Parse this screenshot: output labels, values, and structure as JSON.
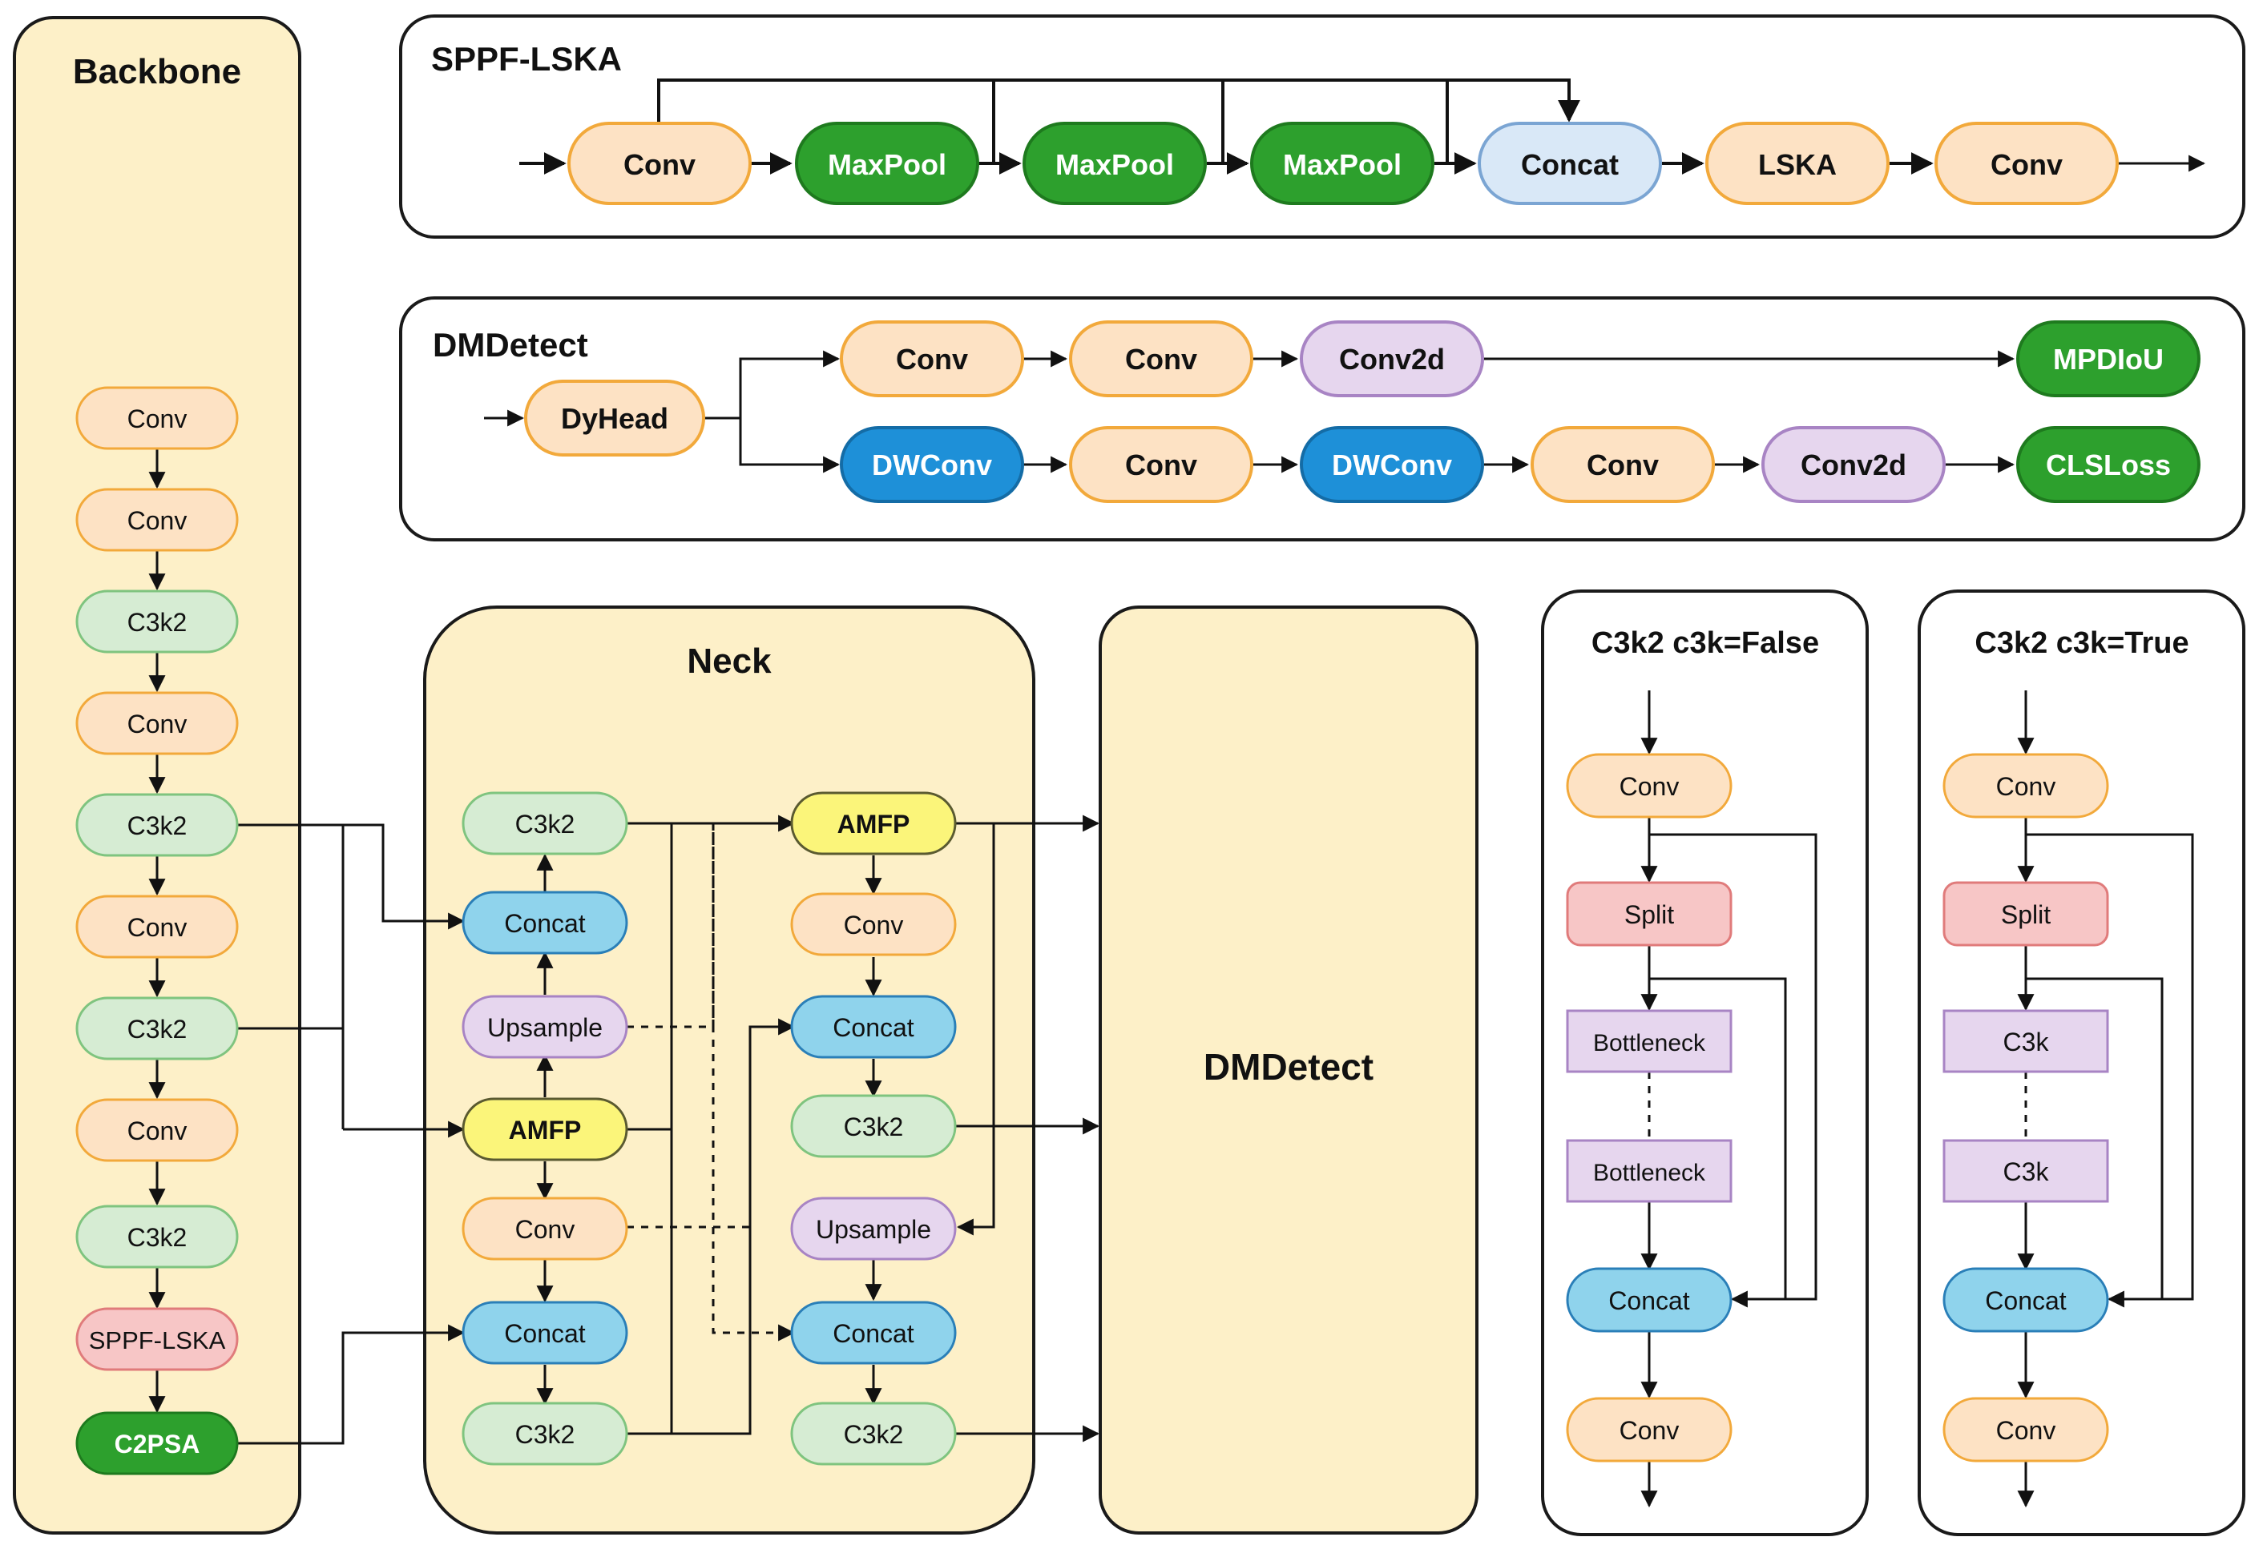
{
  "colors": {
    "conv_fill": "#fde2c4",
    "conv_stroke": "#f2a93b",
    "green_fill": "#2da02d",
    "green_stroke": "#1e7a1e",
    "light_green_fill": "#d6ecd3",
    "light_green_stroke": "#7fc47f",
    "blue_fill": "#8fd3ec",
    "blue_stroke": "#2a7fb8",
    "concat_light_fill": "#d9e8f7",
    "concat_light_stroke": "#7ba5d3",
    "purple_fill": "#e6d6ee",
    "purple_stroke": "#a884c4",
    "dw_fill": "#1e90d8",
    "dw_stroke": "#146ca6",
    "yellow_fill": "#fbf57a",
    "yellow_stroke": "#5a5a30",
    "pink_fill": "#f7c6c6",
    "pink_stroke": "#e07b7b",
    "panel_fill": "#fdf0c8",
    "panel_stroke": "#1a1a1a"
  },
  "panels": {
    "backbone": "Backbone",
    "sppf_lska": "SPPF-LSKA",
    "dmdetect_top": "DMDetect",
    "neck": "Neck",
    "dmdetect_box": "DMDetect",
    "c3k2_false": "C3k2 c3k=False",
    "c3k2_true": "C3k2 c3k=True"
  },
  "backbone": {
    "nodes": [
      "Conv",
      "Conv",
      "C3k2",
      "Conv",
      "C3k2",
      "Conv",
      "C3k2",
      "Conv",
      "C3k2",
      "SPPF-LSKA",
      "C2PSA"
    ]
  },
  "sppf": {
    "nodes": [
      "Conv",
      "MaxPool",
      "MaxPool",
      "MaxPool",
      "Concat",
      "LSKA",
      "Conv"
    ]
  },
  "dmdetect": {
    "dyhead": "DyHead",
    "top_row": [
      "Conv",
      "Conv",
      "Conv2d",
      "MPDIoU"
    ],
    "bottom_row": [
      "DWConv",
      "Conv",
      "DWConv",
      "Conv",
      "Conv2d",
      "CLSLoss"
    ]
  },
  "neck": {
    "left_col": [
      "C3k2",
      "Concat",
      "Upsample",
      "AMFP",
      "Conv",
      "Concat",
      "C3k2"
    ],
    "right_col": [
      "AMFP",
      "Conv",
      "Concat",
      "C3k2",
      "Upsample",
      "Concat",
      "C3k2"
    ]
  },
  "c3k2_false": {
    "nodes": [
      "Conv",
      "Split",
      "Bottleneck",
      "Bottleneck",
      "Concat",
      "Conv"
    ]
  },
  "c3k2_true": {
    "nodes": [
      "Conv",
      "Split",
      "C3k",
      "C3k",
      "Concat",
      "Conv"
    ]
  }
}
